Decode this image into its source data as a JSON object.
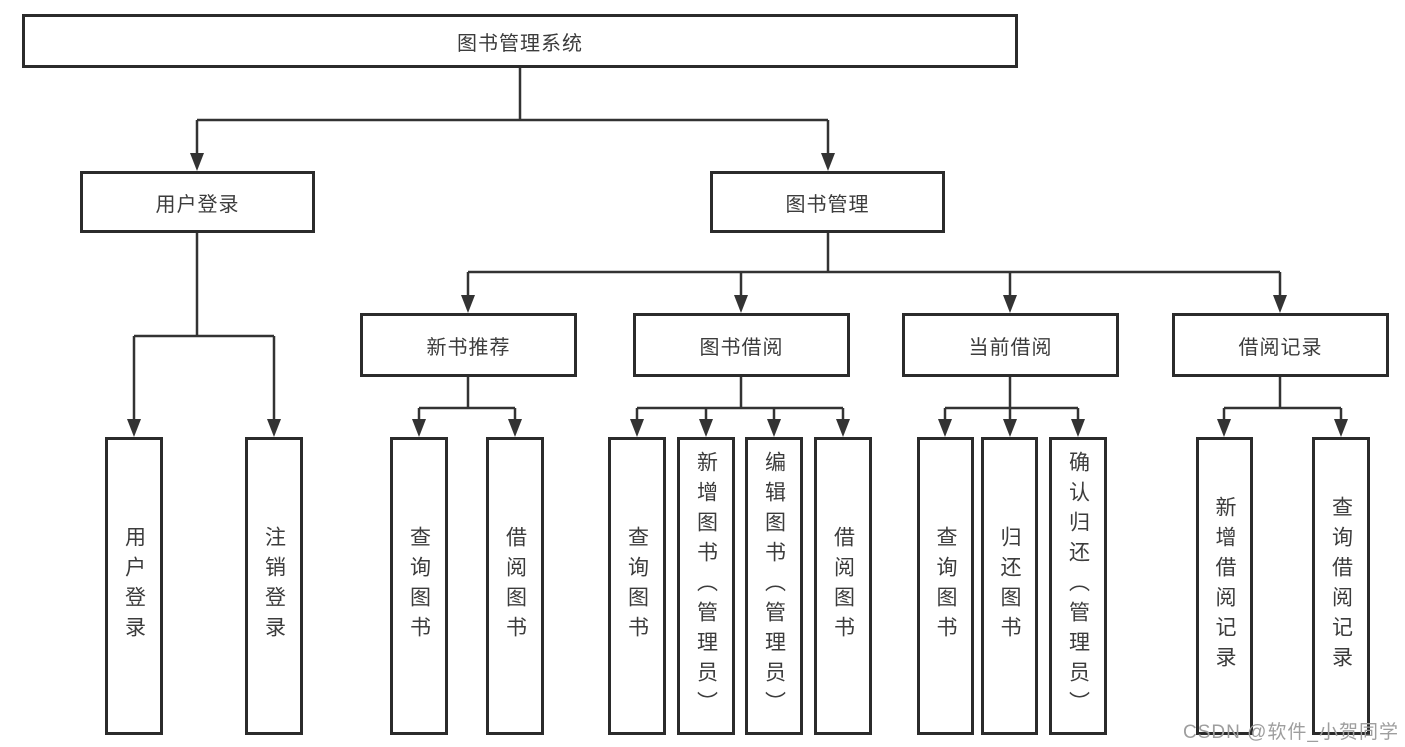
{
  "diagram": {
    "root": {
      "label": "图书管理系统"
    },
    "level2": [
      {
        "label": "用户登录"
      },
      {
        "label": "图书管理"
      }
    ],
    "level3": [
      {
        "label": "新书推荐"
      },
      {
        "label": "图书借阅"
      },
      {
        "label": "当前借阅"
      },
      {
        "label": "借阅记录"
      }
    ],
    "leaves": [
      {
        "label": "用户登录"
      },
      {
        "label": "注销登录"
      },
      {
        "label": "查询图书"
      },
      {
        "label": "借阅图书"
      },
      {
        "label": "查询图书"
      },
      {
        "label": "新增图书（管理员）"
      },
      {
        "label": "编辑图书（管理员）"
      },
      {
        "label": "借阅图书"
      },
      {
        "label": "查询图书"
      },
      {
        "label": "归还图书"
      },
      {
        "label": "确认归还（管理员）"
      },
      {
        "label": "新增借阅记录"
      },
      {
        "label": "查询借阅记录"
      }
    ],
    "watermark": "CSDN @软件_小贺同学",
    "colors": {
      "line": "#333333",
      "border": "#2b2b2b",
      "text": "#3c3c3c",
      "watermark": "#9e9e9e",
      "background": "#ffffff"
    }
  }
}
